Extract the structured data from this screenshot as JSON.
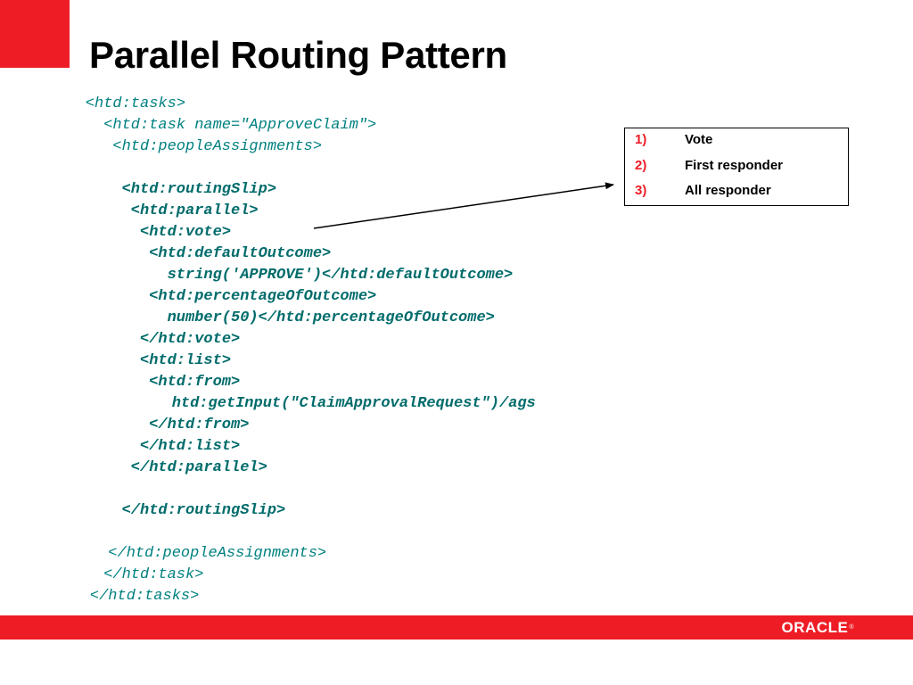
{
  "slide": {
    "title": "Parallel Routing Pattern",
    "brand_color": "#ee1c25"
  },
  "code": {
    "lines": [
      {
        "text": "<htd:tasks>",
        "indent": 4,
        "bold": false
      },
      {
        "text": "<htd:task name=\"ApproveClaim\">",
        "indent": 6,
        "bold": false
      },
      {
        "text": "<htd:peopleAssignments>",
        "indent": 7,
        "bold": false
      },
      {
        "text": "",
        "indent": 0,
        "bold": false
      },
      {
        "text": "<htd:routingSlip>",
        "indent": 8,
        "bold": true
      },
      {
        "text": "<htd:parallel>",
        "indent": 9,
        "bold": true
      },
      {
        "text": "<htd:vote>",
        "indent": 10,
        "bold": true
      },
      {
        "text": "<htd:defaultOutcome>",
        "indent": 11,
        "bold": true
      },
      {
        "text": "string('APPROVE')</htd:defaultOutcome>",
        "indent": 13,
        "bold": true
      },
      {
        "text": "<htd:percentageOfOutcome>",
        "indent": 11,
        "bold": true
      },
      {
        "text": "number(50)</htd:percentageOfOutcome>",
        "indent": 13,
        "bold": true
      },
      {
        "text": "</htd:vote>",
        "indent": 10,
        "bold": true
      },
      {
        "text": "<htd:list>",
        "indent": 10,
        "bold": true
      },
      {
        "text": "<htd:from>",
        "indent": 11,
        "bold": true
      },
      {
        "text": "htd:getInput(\"ClaimApprovalRequest\")/ags",
        "indent": 13.5,
        "bold": true
      },
      {
        "text": "</htd:from>",
        "indent": 11,
        "bold": true
      },
      {
        "text": "</htd:list>",
        "indent": 10,
        "bold": true
      },
      {
        "text": "</htd:parallel>",
        "indent": 9,
        "bold": true
      },
      {
        "text": "",
        "indent": 0,
        "bold": false
      },
      {
        "text": "</htd:routingSlip>",
        "indent": 8,
        "bold": true
      },
      {
        "text": "",
        "indent": 0,
        "bold": false
      },
      {
        "text": "</htd:peopleAssignments>",
        "indent": 6.5,
        "bold": false
      },
      {
        "text": "</htd:task>",
        "indent": 6,
        "bold": false
      },
      {
        "text": "</htd:tasks>",
        "indent": 4.5,
        "bold": false
      }
    ]
  },
  "callout": {
    "items": [
      {
        "num": "1)",
        "label": "Vote"
      },
      {
        "num": "2)",
        "label": "First responder"
      },
      {
        "num": "3)",
        "label": "All responder"
      }
    ]
  },
  "footer": {
    "logo_text": "ORACLE",
    "logo_mark": "®"
  }
}
